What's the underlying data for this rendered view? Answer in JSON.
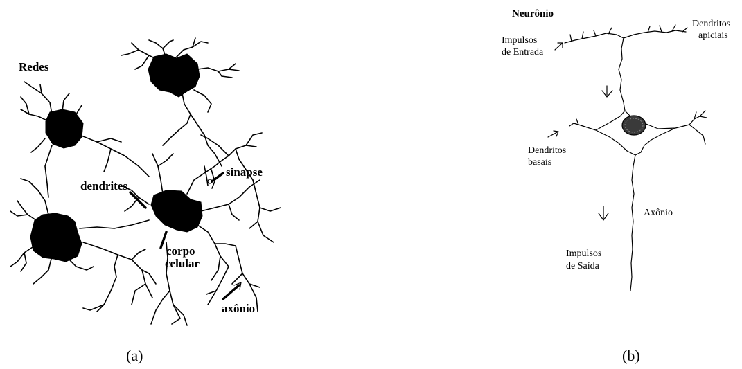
{
  "panel_a": {
    "title": "Redes",
    "labels": {
      "dendrites": "dendrites",
      "sinapse": "sinapse",
      "corpo": "corpo",
      "celular": "celular",
      "axonio": "axônio"
    },
    "caption": "(a)"
  },
  "panel_b": {
    "title": "Neurônio",
    "labels": {
      "impulsos_entrada_1": "Impulsos",
      "impulsos_entrada_2": "de Entrada",
      "dendritos_apicais_1": "Dendritos",
      "dendritos_apicais_2": "apiciais",
      "dendritos_basais_1": "Dendritos",
      "dendritos_basais_2": "basais",
      "axonio": "Axônio",
      "impulsos_saida_1": "Impulsos",
      "impulsos_saida_2": "de Saída"
    },
    "caption": "(b)"
  }
}
